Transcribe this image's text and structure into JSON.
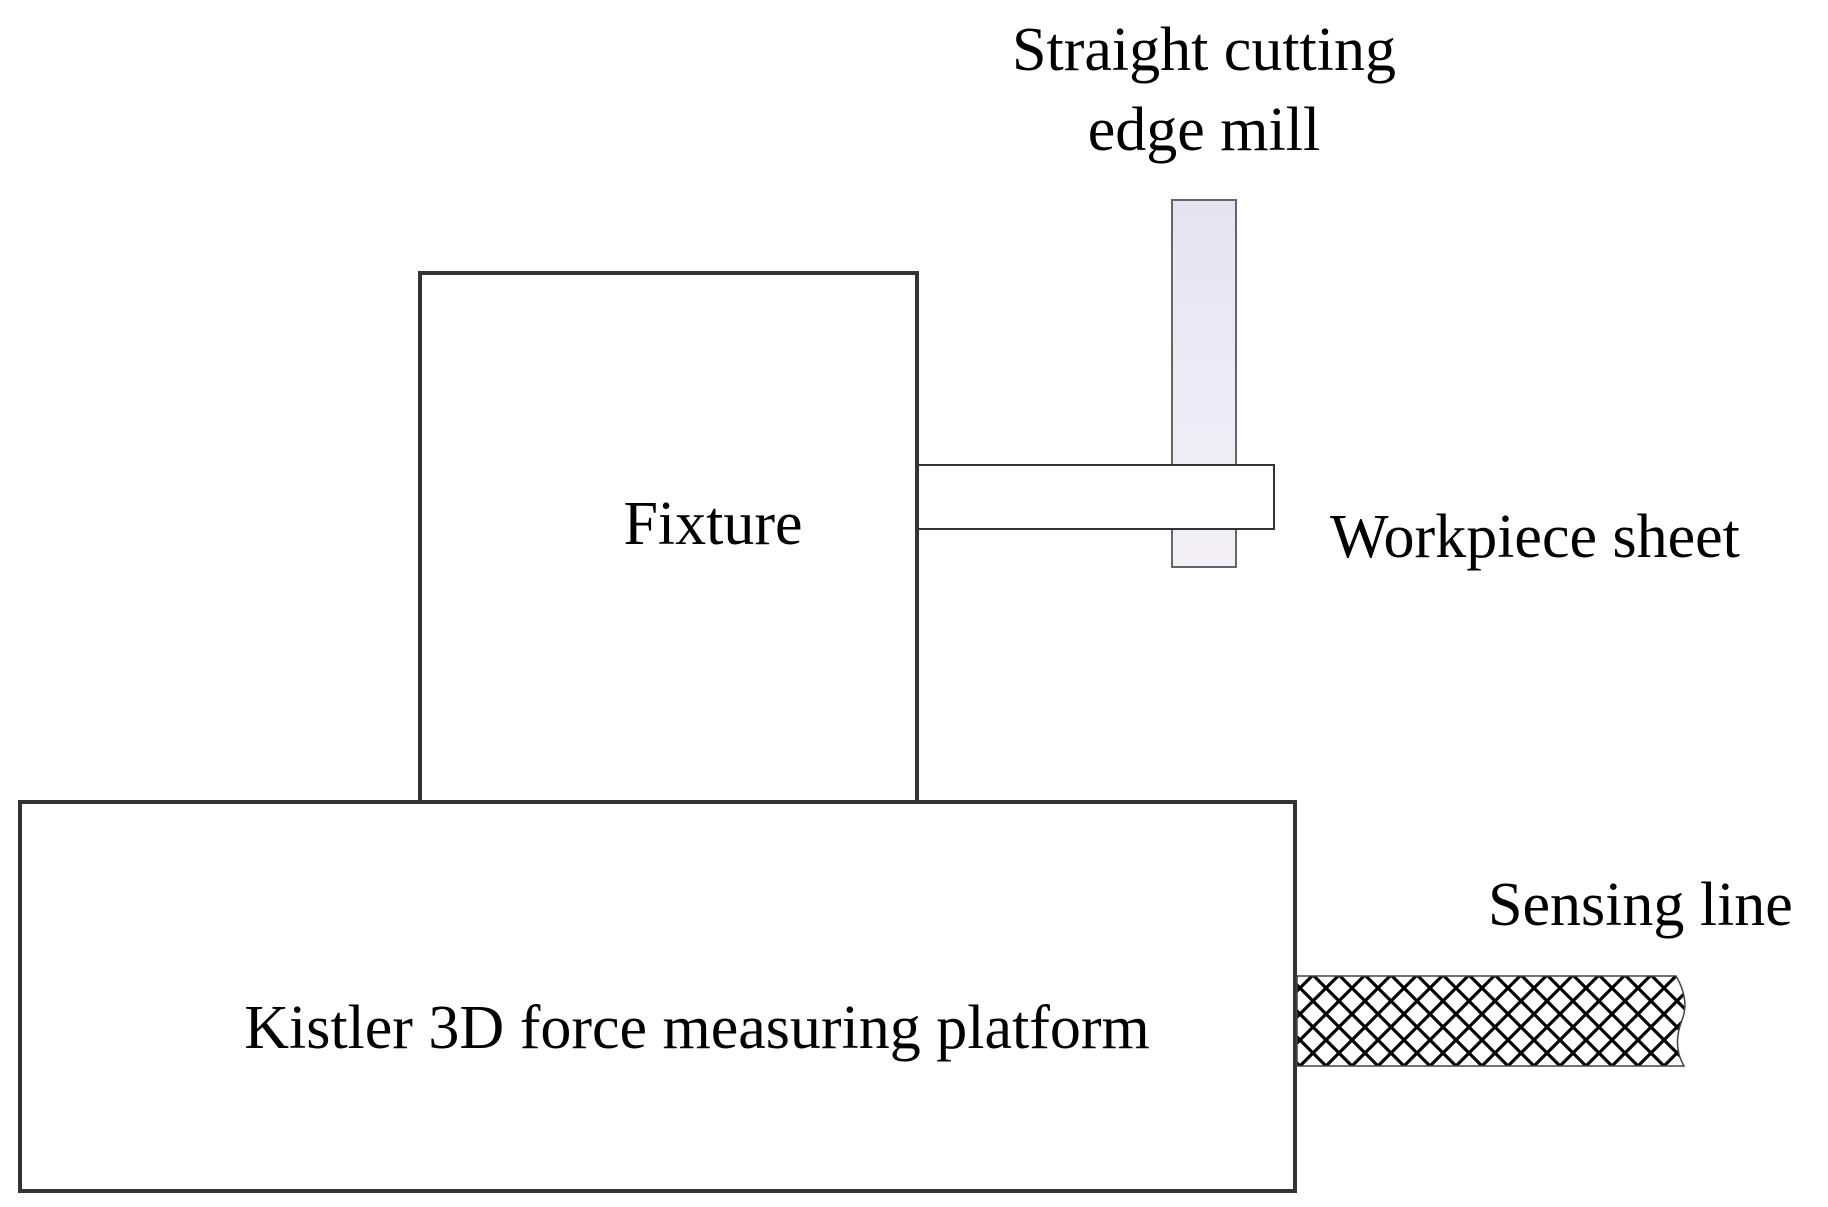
{
  "labels": {
    "mill_line1": "Straight cutting",
    "mill_line2": "edge mill",
    "fixture": "Fixture",
    "workpiece": "Workpiece sheet",
    "platform": "Kistler 3D force measuring platform",
    "sensing": "Sensing line"
  },
  "colors": {
    "outline": "#333333",
    "mill_fill_top": "#e6e4f0",
    "mill_fill_bottom": "#f2f1f6",
    "cable_pattern": "#000000"
  }
}
